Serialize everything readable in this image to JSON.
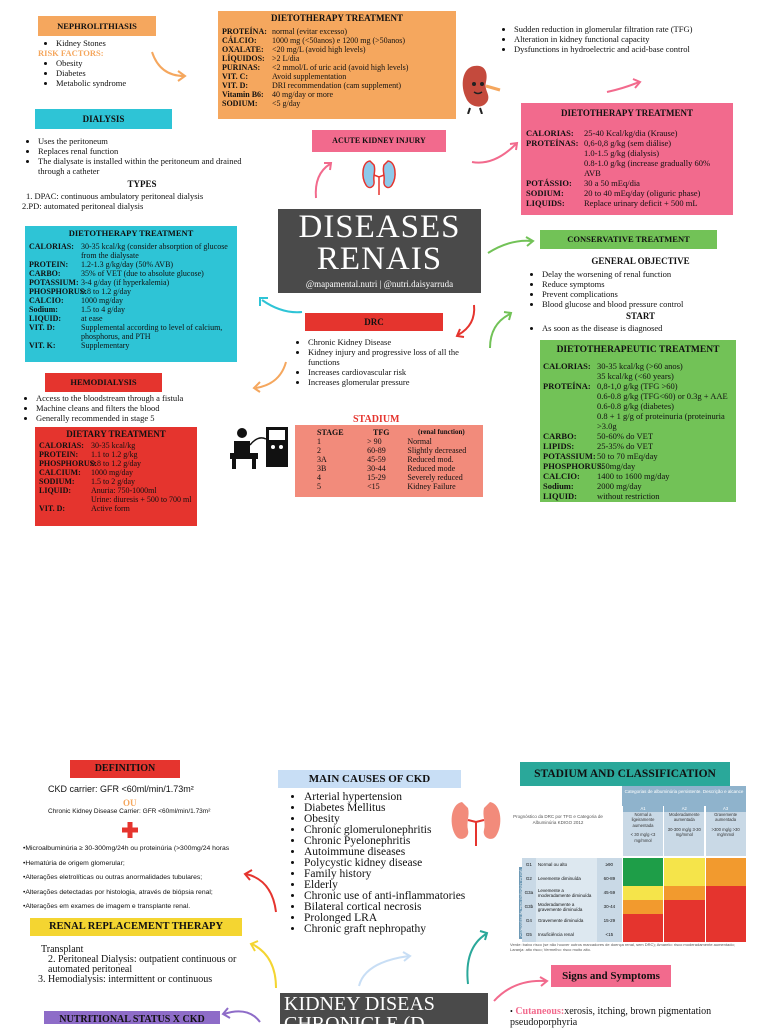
{
  "neph": {
    "title": "NEPHROLITHIASIS",
    "item1": "Kidney Stones",
    "risk_title": "RISK FACTORS:",
    "risks": [
      "Obesity",
      "Diabetes",
      "Metabolic syndrome"
    ]
  },
  "diet_neph": {
    "title": "DIETOTHERAPY TREATMENT",
    "rows": [
      {
        "k": "PROTEÍNA:",
        "v": "normal (evitar excesso)"
      },
      {
        "k": "CÁLCIO:",
        "v": "1000 mg (<50anos) e 1200 mg (>50anos)"
      },
      {
        "k": "OXALATE:",
        "v": "<20 mg/L (avoid high levels)"
      },
      {
        "k": "LÍQUIDOS:",
        "v": ">2 L/dia"
      },
      {
        "k": "PURINAS:",
        "v": "<2 mmol/L of uric acid (avoid high levels)"
      },
      {
        "k": "VIT. C:",
        "v": "Avoid supplementation"
      },
      {
        "k": "VIT. D:",
        "v": "DRI recommendation (cam supplement)"
      },
      {
        "k": "Vitamin B6:",
        "v": "40 mg/day or more"
      },
      {
        "k": "SODIUM:",
        "v": "<5 g/day"
      }
    ]
  },
  "aki_info": [
    "Sudden reduction in glomerular filtration rate (TFG)",
    "Alteration in kidney functional capacity",
    "Dysfunctions in hydroelectric and acid-base control"
  ],
  "dialysis": {
    "title": "DIALYSIS",
    "items": [
      "Uses the peritoneum",
      "Replaces renal function",
      "The dialysate is installed within the peritoneum and drained through a catheter"
    ],
    "types_title": "TYPES",
    "types": [
      "1. DPAC: continuous ambulatory peritoneal dialysis",
      "2.PD: automated peritoneal dialysis"
    ]
  },
  "aki": {
    "title": "ACUTE KIDNEY INJURY"
  },
  "diet_aki": {
    "title": "DIETOTHERAPY TREATMENT",
    "rows": [
      {
        "k": "CALORIAS:",
        "v": "25-40 Kcal/kg/dia (Krause)"
      },
      {
        "k": "PROTEÍNAS:",
        "v": "0,6-0,8 g/kg (sem diálise)"
      },
      {
        "k": "",
        "v": "1.0-1.5 g/kg (dialysis)"
      },
      {
        "k": "",
        "v": "0.8-1.0 g/kg (increase gradually 60% AVB"
      },
      {
        "k": "POTÁSSIO:",
        "v": "30 a 50 mEq/dia"
      },
      {
        "k": "SODIUM:",
        "v": "20 to 40 mEq/day (oliguric phase)"
      },
      {
        "k": "LIQUIDS:",
        "v": "Replace urinary deficit + 500 mL"
      }
    ]
  },
  "main_title": {
    "line1": "DISEASES",
    "line2": "RENAIS",
    "handle": "@mapamental.nutri | @nutri.daisyarruda"
  },
  "diet_dial": {
    "title": "DIETOTHERAPY TREATMENT",
    "rows": [
      {
        "k": "CALORIAS:",
        "v": "30-35 kcal/kg (consider absorption of glucose from the dialysate"
      },
      {
        "k": "PROTEIN:",
        "v": "1.2-1.3 g/kg/day (50% AVB)"
      },
      {
        "k": "CARBO:",
        "v": "35% of VET (due to absolute glucose)"
      },
      {
        "k": "POTASSIUM:",
        "v": "3-4 g/day (if hyperkalemia)"
      },
      {
        "k": "PHOSPHORUS:",
        "v": "0.8 to 1.2 g/day"
      },
      {
        "k": "CALCIO:",
        "v": "1000 mg/day"
      },
      {
        "k": "Sodium:",
        "v": "1.5 to 4 g/day"
      },
      {
        "k": "LIQUID:",
        "v": "at ease"
      },
      {
        "k": "VIT. D:",
        "v": "Supplemental according to level of calcium, phosphorus, and PTH"
      },
      {
        "k": "VIT. K:",
        "v": "Supplementary"
      }
    ]
  },
  "conservative": {
    "title": "CONSERVATIVE TREATMENT",
    "goal_title": "GENERAL OBJECTIVE",
    "goals": [
      "Delay the worsening of renal function",
      "Reduce symptoms",
      "Prevent complications",
      "Blood glucose and blood pressure control"
    ],
    "start_title": "START",
    "start": [
      "As soon as the disease is diagnosed"
    ]
  },
  "drc": {
    "title": "DRC",
    "items": [
      "Chronic Kidney Disease",
      "Kidney injury and progressive loss of all the functions",
      "Increases cardiovascular risk",
      "Increases glomerular pressure"
    ]
  },
  "hemo": {
    "title": "HEMODIALYSIS",
    "items": [
      "Access to the bloodstream through a fistula",
      "Machine cleans and filters the blood",
      "Generally recommended in stage 5"
    ]
  },
  "stadium": {
    "title": "STADIUM",
    "col1": "STAGE",
    "col2": "TFG",
    "col3": "(renal function)",
    "rows": [
      [
        "1",
        "> 90",
        "Normal"
      ],
      [
        "2",
        "60-89",
        "Slightly decreased"
      ],
      [
        "3A",
        "45-59",
        "Reduced mod."
      ],
      [
        "3B",
        "30-44",
        "Reduced mode"
      ],
      [
        "4",
        "15-29",
        "Severely reduced"
      ],
      [
        "5",
        "<15",
        "Kidney Failure"
      ]
    ]
  },
  "diet_hemo": {
    "title": "DIETARY TREATMENT",
    "rows": [
      {
        "k": "CALORIAS:",
        "v": "30-35 kcal/kg"
      },
      {
        "k": "PROTEIN:",
        "v": "1.1 to 1.2 g/kg"
      },
      {
        "k": "PHOSPHORUS:",
        "v": "0.8 to 1.2 g/day"
      },
      {
        "k": "CALCIUM:",
        "v": "1000 mg/day"
      },
      {
        "k": "SODIUM:",
        "v": "1.5 to 2 g/day"
      },
      {
        "k": "LIQUID:",
        "v": "Anuria: 750-1000ml"
      },
      {
        "k": "",
        "v": "Urine: diuresis + 500 to 700 ml"
      },
      {
        "k": "VIT. D:",
        "v": "Active form"
      }
    ]
  },
  "diet_cons": {
    "title": "DIETOTHERAPEUTIC TREATMENT",
    "rows": [
      {
        "k": "CALORIAS:",
        "v": "30-35 kcal/kg (>60 anos)"
      },
      {
        "k": "",
        "v": "35 kcal/kg (<60 years)"
      },
      {
        "k": "PROTEÍNA:",
        "v": "0,8-1,0 g/kg (TFG >60)"
      },
      {
        "k": "",
        "v": "0.6-0.8 g/kg (TFG<60) or 0.3g + AAE"
      },
      {
        "k": "",
        "v": "0.6-0.8 g/kg (diabetes)"
      },
      {
        "k": "",
        "v": "0.8 + 1 g/g of proteinuria (proteinuria >3.0g"
      },
      {
        "k": "CARBO:",
        "v": "50-60% do VET"
      },
      {
        "k": "LIPIDS:",
        "v": "25-35% do VET"
      },
      {
        "k": "POTASSIUM:",
        "v": "50 to 70 mEq/day"
      },
      {
        "k": "PHOSPHORUS:",
        "v": "750mg/day"
      },
      {
        "k": "CALCIO:",
        "v": "1400 to 1600 mg/day"
      },
      {
        "k": "Sodium:",
        "v": "2000 mg/day"
      },
      {
        "k": "LIQUID:",
        "v": "without restriction"
      }
    ]
  },
  "definition": {
    "title": "DEFINITION",
    "line1": "CKD carrier: GFR <60ml/min/1.73m²",
    "ou": "OU",
    "line2": "Chronic Kidney Disease Carrier: GFR <60ml/min/1.73m²",
    "items": [
      "•Microalbuminúria ≥ 30-300mg/24h ou proteinúria (>300mg/24 horas",
      "•Hematúria de origem glomerular;",
      "•Alterações eletrolíticas ou outras anormalidades tubulares;",
      "•Alterações detectadas por histologia, através de biópsia renal;",
      "•Alterações em exames de imagem e transplante renal."
    ]
  },
  "causes": {
    "title": "MAIN CAUSES OF CKD",
    "items": [
      "Arterial hypertension",
      "Diabetes Mellitus",
      "Obesity",
      "Chronic glomerulonephritis",
      "Chronic Pyelonephritis",
      "Autoimmune diseases",
      "Polycystic kidney disease",
      "Family history",
      "Elderly",
      "Chronic use of anti-inflammatories",
      "Bilateral cortical necrosis",
      "Prolonged LRA",
      "Chronic graft nephropathy"
    ]
  },
  "stadium_class": {
    "title": "STADIUM AND CLASSIFICATION",
    "side": "Prognóstico da DRC por TFG e Categoria de Albuminúria KDIGO 2012",
    "top_header": "Categorias de albuminúria persistente. Descrição e alcance",
    "a_cols": [
      {
        "code": "A1",
        "desc": "Normal a ligeiramente aumentada",
        "range": "< 30 mg/g <3 mg/mmol"
      },
      {
        "code": "A2",
        "desc": "Moderadamente aumentada",
        "range": "30-300 mg/g 3-30 mg/mmol"
      },
      {
        "code": "A3",
        "desc": "Gravemente aumentada",
        "range": ">300 mg/g >30 mg/mmol"
      }
    ],
    "rows": [
      {
        "g": "G1",
        "d": "Normal ou alto",
        "r": "≥90"
      },
      {
        "g": "G2",
        "d": "Levemente diminuída",
        "r": "60-89"
      },
      {
        "g": "G3a",
        "d": "Levemente a moderadamente diminuída",
        "r": "45-59"
      },
      {
        "g": "G3b",
        "d": "Moderadamente a gravemente diminuída",
        "r": "30-44"
      },
      {
        "g": "G4",
        "d": "Gravemente diminuída",
        "r": "15-29"
      },
      {
        "g": "G5",
        "d": "Insuficiência renal",
        "r": "<15"
      }
    ],
    "vertical": "Categorias de TFG (ml/min/1,73 m²) Descrição e alcance",
    "footer": "Verde: baixo risco (se não houver outros marcadores de doença renal, sem DRC); Amarelo: risco moderadamente aumentado; Laranja: alto risco; Vermelho: risco muito alto."
  },
  "rrt": {
    "title": "RENAL REPLACEMENT THERAPY",
    "items": [
      "Transplant",
      "2. Peritoneal Dialysis: outpatient continuous or automated peritoneal",
      "3. Hemodialysis: intermittent or continuous"
    ]
  },
  "signs": {
    "title": "Signs and Symptoms",
    "lead": "Cutaneous:",
    "text": "xerosis, itching, brown pigmentation pseudoporphyria"
  },
  "ckd_title": {
    "line1": "KIDNEY DISEAS",
    "line2": "CHRONICLE (D"
  },
  "nutri_status": {
    "title": "NUTRITIONAL STATUS X CKD"
  },
  "colors": {
    "orange": "#f5a75e",
    "cyan": "#2ec4d6",
    "pink": "#f26a8d",
    "green": "#72c257",
    "red": "#e5342e",
    "gray": "#4a4a4a",
    "salmon": "#f28b7b"
  }
}
